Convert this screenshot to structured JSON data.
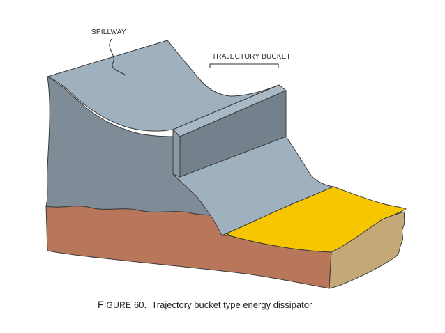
{
  "labels": {
    "spillway": "SPILLWAY",
    "trajectory_bucket": "TRAJECTORY BUCKET"
  },
  "caption": {
    "figure_word_first": "F",
    "figure_word_rest": "IGURE",
    "figure_number": "60.",
    "text": "Trajectory bucket type energy dissipator"
  },
  "colors": {
    "spillway_top": "#9fb0be",
    "spillway_side": "#7f8c98",
    "bucket_face": "#74808b",
    "ground_front": "#b8775a",
    "ground_side": "#c5a878",
    "riverbed": "#f6c700",
    "outline": "#3a3a3a"
  }
}
